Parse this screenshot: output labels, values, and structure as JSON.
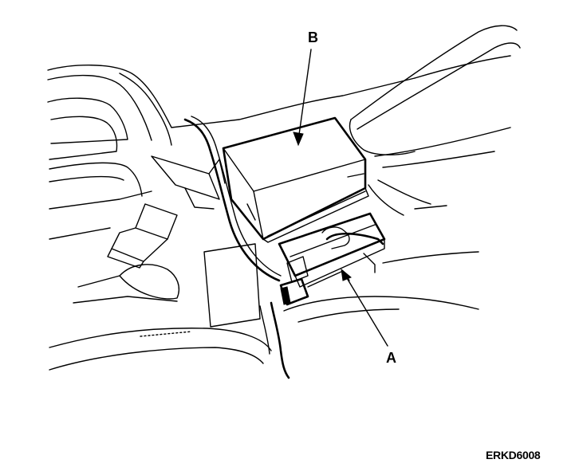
{
  "labels": {
    "a": "A",
    "b": "B"
  },
  "figure_code": "ERKD6008",
  "colors": {
    "ink": "#000000",
    "paper": "#ffffff"
  }
}
